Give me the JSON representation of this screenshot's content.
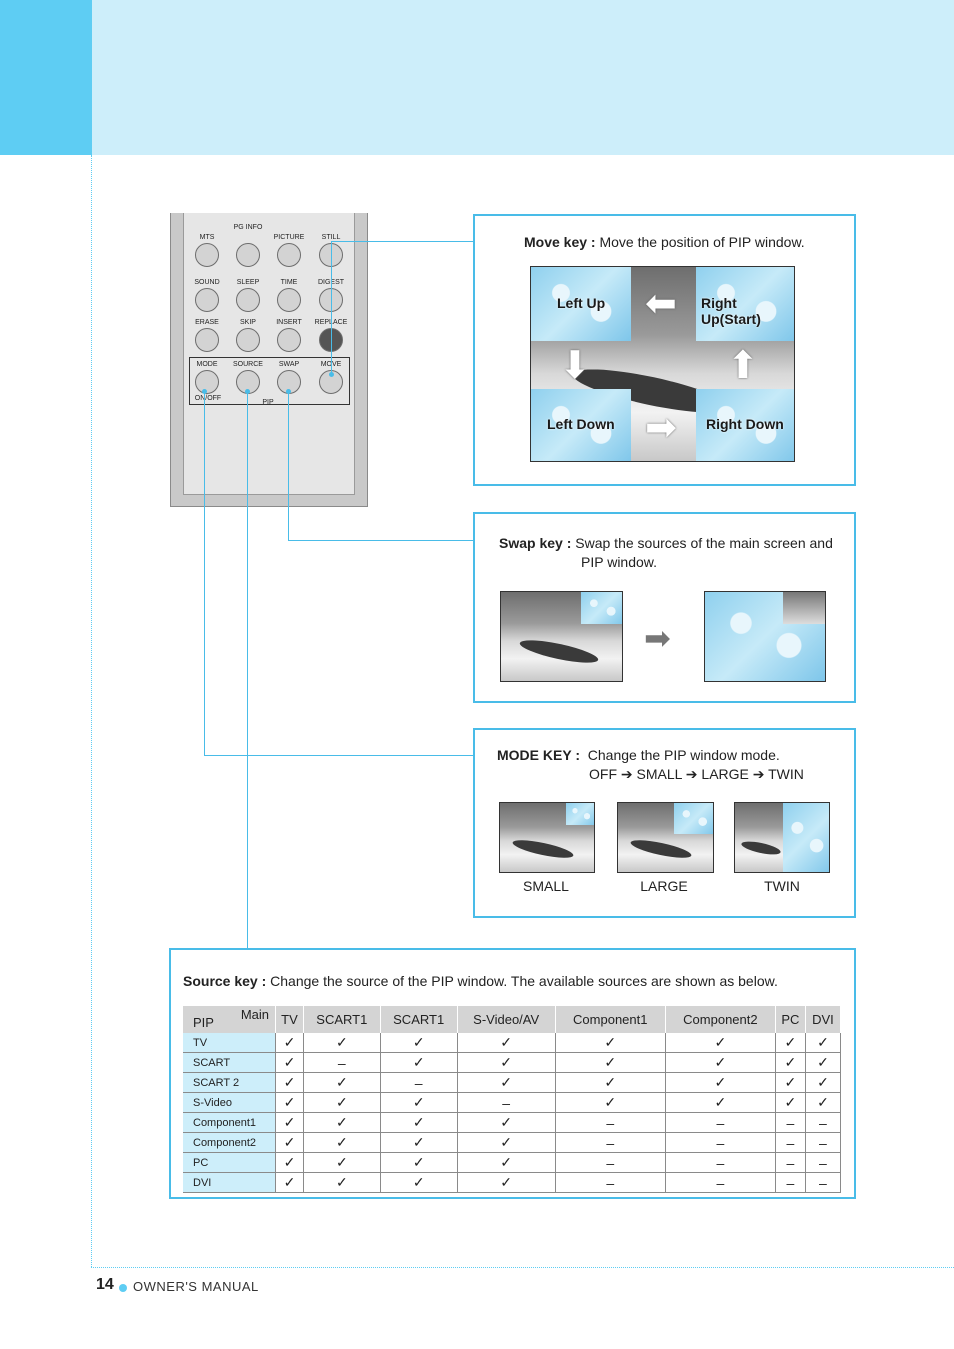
{
  "remote": {
    "labels": [
      "MTS",
      "PG INFO",
      "PICTURE",
      "STILL",
      "SOUND",
      "SLEEP",
      "TIME",
      "DIGEST",
      "ERASE",
      "SKIP",
      "INSERT",
      "REPLACE",
      "MODE",
      "SOURCE",
      "SWAP",
      "MOVE",
      "ON/OFF",
      "PIP"
    ]
  },
  "move": {
    "key": "Move key :",
    "desc": "Move the position of PIP window.",
    "left_up": "Left Up",
    "right_up": "Right Up(Start)",
    "left_down": "Left Down",
    "right_down": "Right Down"
  },
  "swap": {
    "key": "Swap key :",
    "desc_line1": "Swap the sources of the main screen and",
    "desc_line2": "PIP window."
  },
  "mode": {
    "key": "MODE KEY :",
    "desc": "Change the PIP window mode.",
    "sequence": "OFF ➔ SMALL ➔ LARGE ➔ TWIN",
    "captions": [
      "SMALL",
      "LARGE",
      "TWIN"
    ]
  },
  "source": {
    "key": "Source key :",
    "desc": "Change the source of the PIP window. The available sources are shown as below.",
    "corner_main": "Main",
    "corner_pip": "PIP",
    "columns": [
      "TV",
      "SCART1",
      "SCART1",
      "S-Video/AV",
      "Component1",
      "Component2",
      "PC",
      "DVI"
    ],
    "rows": [
      {
        "name": "TV",
        "cells": [
          "✓",
          "✓",
          "✓",
          "✓",
          "✓",
          "✓",
          "✓",
          "✓"
        ]
      },
      {
        "name": "SCART",
        "cells": [
          "✓",
          "–",
          "✓",
          "✓",
          "✓",
          "✓",
          "✓",
          "✓"
        ]
      },
      {
        "name": "SCART 2",
        "cells": [
          "✓",
          "✓",
          "–",
          "✓",
          "✓",
          "✓",
          "✓",
          "✓"
        ]
      },
      {
        "name": "S-Video",
        "cells": [
          "✓",
          "✓",
          "✓",
          "–",
          "✓",
          "✓",
          "✓",
          "✓"
        ]
      },
      {
        "name": "Component1",
        "cells": [
          "✓",
          "✓",
          "✓",
          "✓",
          "–",
          "–",
          "–",
          "–"
        ]
      },
      {
        "name": "Component2",
        "cells": [
          "✓",
          "✓",
          "✓",
          "✓",
          "–",
          "–",
          "–",
          "–"
        ]
      },
      {
        "name": "PC",
        "cells": [
          "✓",
          "✓",
          "✓",
          "✓",
          "–",
          "–",
          "–",
          "–"
        ]
      },
      {
        "name": "DVI",
        "cells": [
          "✓",
          "✓",
          "✓",
          "✓",
          "–",
          "–",
          "–",
          "–"
        ]
      }
    ]
  },
  "footer": {
    "page_number": "14",
    "title": "OWNER'S MANUAL"
  },
  "colors": {
    "accent": "#49bce8",
    "header_light": "#cdeefa",
    "header_dark": "#5ecdf3"
  }
}
